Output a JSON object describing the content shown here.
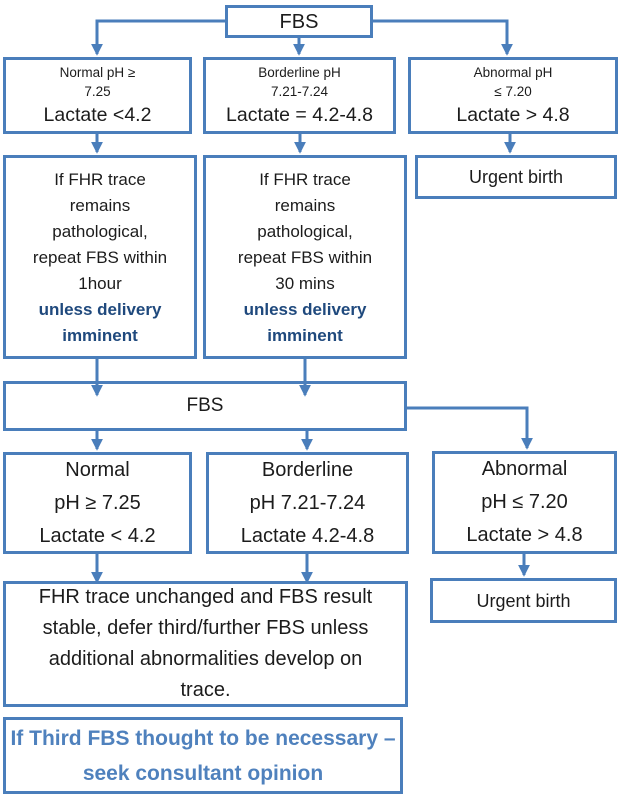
{
  "palette": {
    "line_blue": "#4a7ebb",
    "navy_text": "#1f497d",
    "steel_text": "#4f81bd",
    "ink": "#1c1c1c"
  },
  "nodes": {
    "fbs_initial": {
      "label": "FBS"
    },
    "normal_initial": {
      "lines": [
        "Normal pH ≥",
        "7.25"
      ],
      "lactate": "Lactate <4.2"
    },
    "borderline_initial": {
      "lines": [
        "Borderline pH",
        "7.21-7.24"
      ],
      "lactate": "Lactate = 4.2-4.8"
    },
    "abnormal_initial": {
      "lines": [
        "Abnormal pH",
        "≤ 7.20"
      ],
      "lactate": "Lactate > 4.8"
    },
    "repeat_one_hour": {
      "lines": [
        "If FHR trace",
        "remains",
        "pathological,",
        "repeat FBS within",
        "1hour"
      ],
      "emphasis_lines": [
        "unless delivery",
        "imminent"
      ]
    },
    "repeat_thirty_mins": {
      "lines": [
        "If FHR trace",
        "remains",
        "pathological,",
        "repeat FBS within",
        "30 mins"
      ],
      "emphasis_lines": [
        "unless delivery",
        "imminent"
      ]
    },
    "urgent_birth_initial": {
      "label": "Urgent birth"
    },
    "fbs_repeat": {
      "label": "FBS"
    },
    "normal_repeat": {
      "lines": [
        "Normal",
        "pH ≥ 7.25",
        "Lactate < 4.2"
      ]
    },
    "borderline_repeat": {
      "lines": [
        "Borderline",
        "pH 7.21-7.24",
        "Lactate 4.2-4.8"
      ]
    },
    "abnormal_repeat": {
      "lines": [
        "Abnormal",
        "pH ≤ 7.20",
        "Lactate > 4.8"
      ]
    },
    "defer_fbs": {
      "lines": [
        "FHR trace unchanged and FBS result",
        "stable, defer third/further FBS unless",
        "additional abnormalities develop on",
        "trace."
      ]
    },
    "urgent_birth_repeat": {
      "label": "Urgent birth"
    },
    "consultant": {
      "lines": [
        "If Third FBS thought to be necessary –",
        "seek consultant opinion"
      ]
    }
  }
}
